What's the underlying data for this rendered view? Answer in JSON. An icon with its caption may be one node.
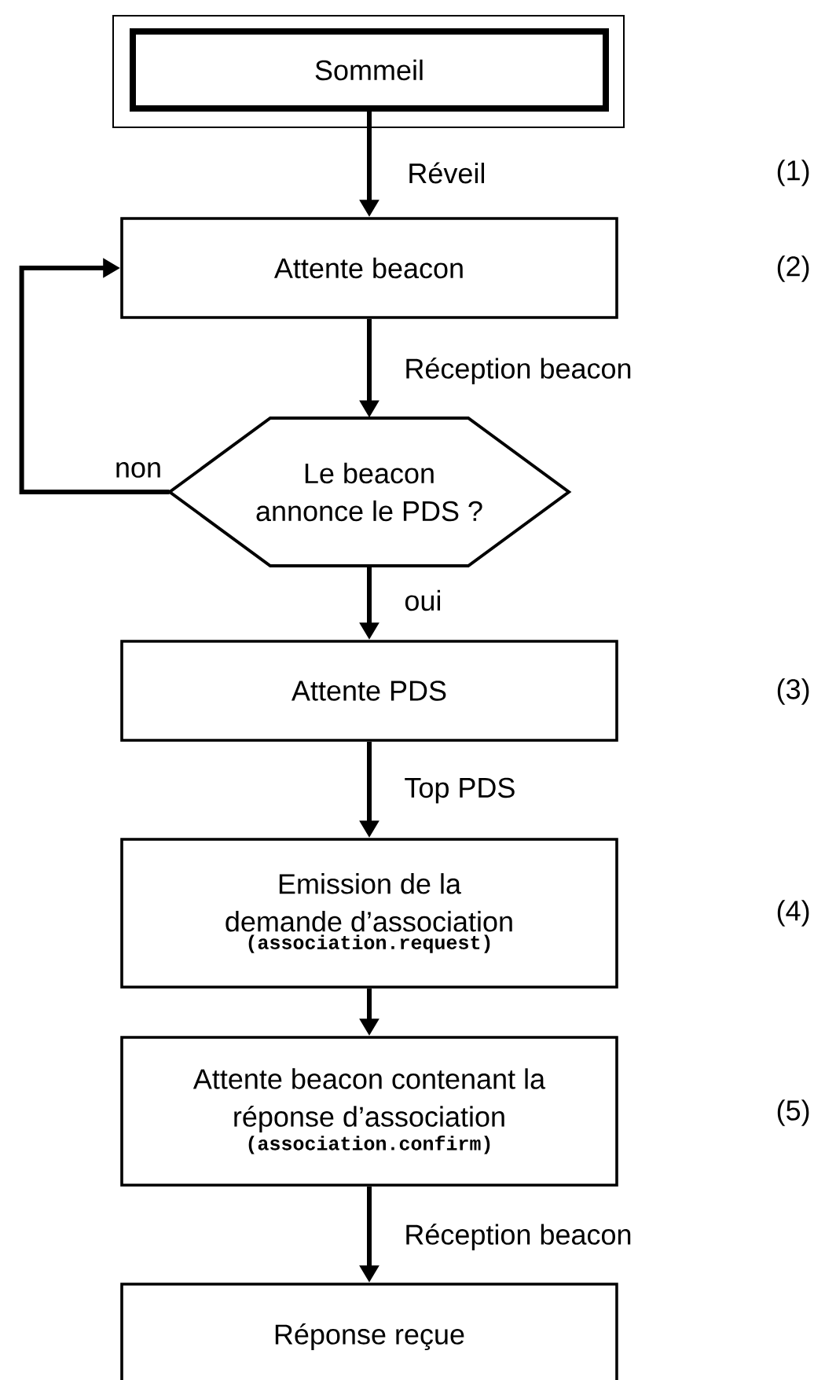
{
  "diagram": {
    "nodes": [
      {
        "text": [
          "Sommeil"
        ]
      },
      {
        "text": [
          "Attente beacon"
        ]
      },
      {
        "text": [
          "Le beacon annonce le PDS ?"
        ]
      },
      {
        "text": [
          "Attente PDS"
        ]
      },
      {
        "text": [
          "Emission de la demande d’association",
          "(association.request)"
        ]
      },
      {
        "text": [
          "Attente beacon contenant la réponse d’association",
          "(association.confirm)"
        ]
      },
      {
        "text": [
          "Réponse reçue"
        ]
      }
    ],
    "edges": [
      {
        "from": 0,
        "to": 1,
        "arrow": "to",
        "label": "Réveil"
      },
      {
        "from": 1,
        "to": 2,
        "arrow": "to",
        "label": "Réception beacon"
      },
      {
        "from": 2,
        "to": 1,
        "arrow": "to",
        "label": "non"
      },
      {
        "from": 2,
        "to": 3,
        "arrow": "to",
        "label": "oui"
      },
      {
        "from": 3,
        "to": 4,
        "arrow": "to",
        "label": "Top PDS"
      },
      {
        "from": 4,
        "to": 5,
        "arrow": "to"
      },
      {
        "from": 5,
        "to": 6,
        "arrow": "to",
        "label": "Réception beacon"
      }
    ],
    "labels": [
      "(1)",
      "(2)",
      "(3)",
      "(4)",
      "(5)"
    ]
  }
}
